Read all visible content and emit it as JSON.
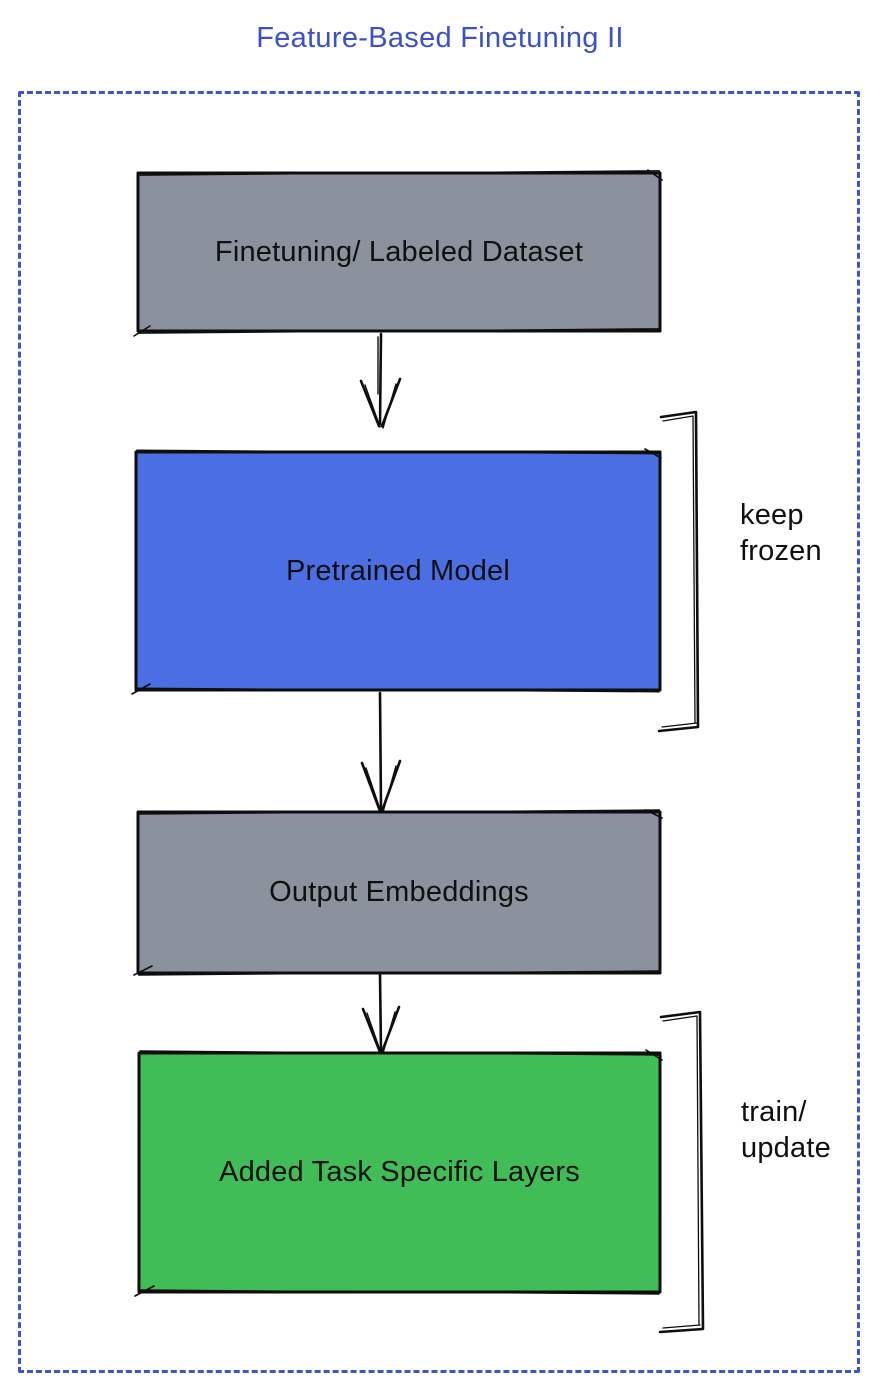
{
  "title": "Feature-Based Finetuning II",
  "colors": {
    "title": "#3b50c9",
    "frame": "#3d55d2",
    "gray": "#8b929e",
    "blue": "#4b6fe2",
    "green": "#41bd58",
    "ink": "#0e0e0e",
    "text": "#101010"
  },
  "boxes": [
    {
      "id": "finetuning-dataset",
      "label": "Finetuning/ Labeled Dataset",
      "fill": "gray"
    },
    {
      "id": "pretrained-model",
      "label": "Pretrained Model",
      "fill": "blue"
    },
    {
      "id": "output-embeddings",
      "label": "Output Embeddings",
      "fill": "gray"
    },
    {
      "id": "added-task-layers",
      "label": "Added Task Specific Layers",
      "fill": "green"
    }
  ],
  "annotations": [
    {
      "id": "keep-frozen",
      "lines": [
        "keep",
        "frozen"
      ],
      "target": "pretrained-model"
    },
    {
      "id": "train-update",
      "lines": [
        "train/",
        "update"
      ],
      "target": "added-task-layers"
    }
  ]
}
